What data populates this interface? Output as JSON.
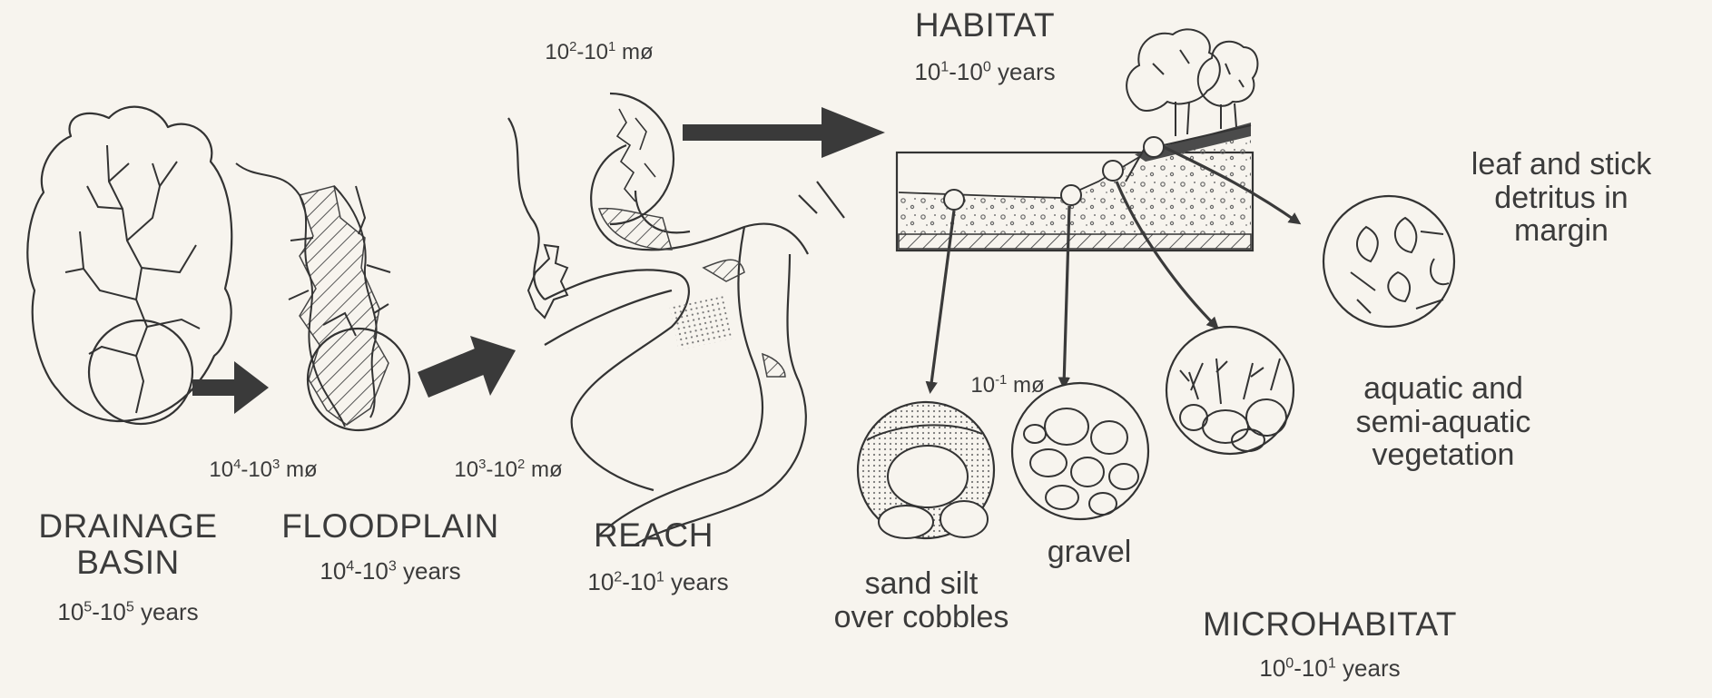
{
  "drainage_basin": {
    "title_line1": "DRAINAGE",
    "title_line2": "BASIN",
    "time_base1": "10",
    "time_exp1": "5",
    "time_base2": "-10",
    "time_exp2": "5",
    "time_unit": " years"
  },
  "floodplain": {
    "title": "FLOODPLAIN",
    "time_base1": "10",
    "time_exp1": "4",
    "time_base2": "-10",
    "time_exp2": "3",
    "time_unit": " years",
    "scale_base1": "10",
    "scale_exp1": "4",
    "scale_base2": "-10",
    "scale_exp2": "3",
    "scale_unit": " mø"
  },
  "reach": {
    "title": "REACH",
    "time_base1": "10",
    "time_exp1": "2",
    "time_base2": "-10",
    "time_exp2": "1",
    "time_unit": " years",
    "scale_base1": "10",
    "scale_exp1": "3",
    "scale_base2": "-10",
    "scale_exp2": "2",
    "scale_unit": " mø"
  },
  "habitat": {
    "title": "HABITAT",
    "time_base1": "10",
    "time_exp1": "1",
    "time_base2": "-10",
    "time_exp2": "0",
    "time_unit": " years",
    "scale_base1": "10",
    "scale_exp1": "2",
    "scale_base2": "-10",
    "scale_exp2": "1",
    "scale_unit": " mø"
  },
  "microhabitat": {
    "title": "MICROHABITAT",
    "time_base1": "10",
    "time_exp1": "0",
    "time_base2": "-10",
    "time_exp2": "1",
    "time_unit": " years",
    "scale_base": "10",
    "scale_exp": "-1",
    "scale_unit": " mø",
    "leaf": {
      "line1": "leaf and stick",
      "line2": "detritus in",
      "line3": "margin"
    },
    "aquatic": {
      "line1": "aquatic and",
      "line2": "semi-aquatic",
      "line3": "vegetation"
    },
    "sand": {
      "line1": "sand silt",
      "line2": "over cobbles"
    },
    "gravel": {
      "line1": "gravel"
    }
  }
}
